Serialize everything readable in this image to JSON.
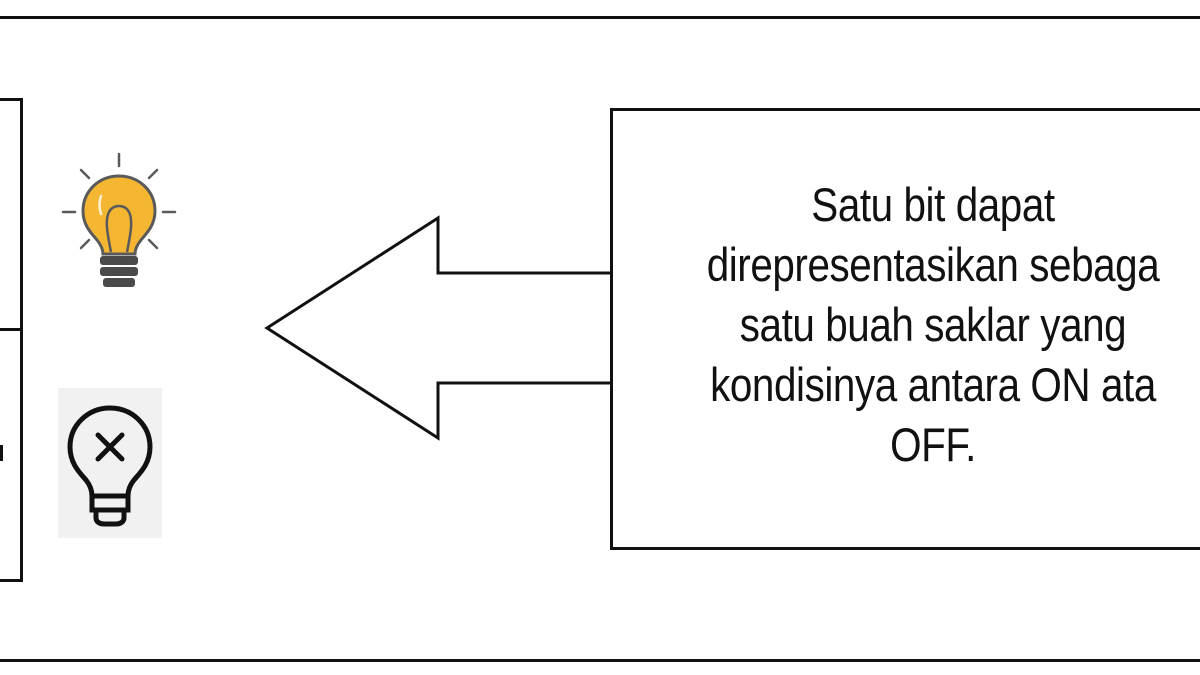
{
  "callout": {
    "lines": [
      "Satu bit dapat",
      "direpresentasikan sebaga",
      "satu buah saklar yang",
      "kondisinya antara ON ata",
      "OFF."
    ]
  },
  "icons": {
    "bulb_on": "lightbulb-on-icon",
    "bulb_off": "lightbulb-off-icon"
  },
  "colors": {
    "bulb_on_fill": "#F5B731",
    "bulb_on_outline": "#5A5A5A",
    "bulb_base": "#4A4A4A",
    "line": "#111111",
    "bulb_off_bg": "#F1F1F1"
  }
}
